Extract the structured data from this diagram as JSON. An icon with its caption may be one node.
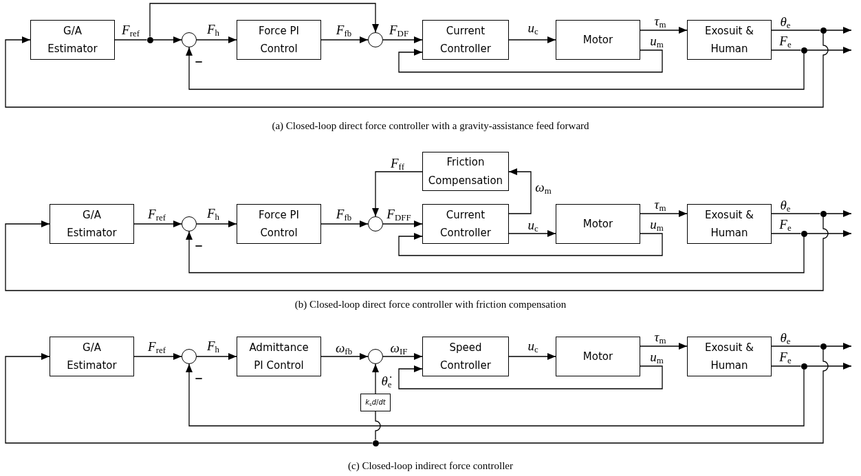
{
  "diagram": {
    "nodes": [
      {
        "text": [
          "G/A Estimator"
        ]
      },
      {
        "text": [],
        "shape": "dot"
      },
      {
        "text": [],
        "shape": "circle",
        "beside": [
          "−"
        ]
      },
      {
        "text": [
          "Force PI Control"
        ]
      },
      {
        "text": [],
        "shape": "circle"
      },
      {
        "text": [
          "Current Controller"
        ]
      },
      {
        "text": [
          "Motor"
        ]
      },
      {
        "text": [
          "Exosuit & Human"
        ]
      },
      {
        "text": [],
        "shape": "dot"
      },
      {
        "text": [],
        "shape": "dot"
      },
      {
        "text": [
          "G/A Estimator"
        ]
      },
      {
        "text": [],
        "shape": "circle",
        "beside": [
          "−"
        ]
      },
      {
        "text": [
          "Force PI Control"
        ]
      },
      {
        "text": [],
        "shape": "circle"
      },
      {
        "text": [
          "Friction Compensation"
        ]
      },
      {
        "text": [
          "Current Controller"
        ]
      },
      {
        "text": [
          "Motor"
        ]
      },
      {
        "text": [
          "Exosuit & Human"
        ]
      },
      {
        "text": [],
        "shape": "dot"
      },
      {
        "text": [],
        "shape": "dot"
      },
      {
        "text": [
          "G/A Estimator"
        ]
      },
      {
        "text": [],
        "shape": "circle",
        "beside": [
          "−"
        ]
      },
      {
        "text": [
          "Admittance PI Control"
        ]
      },
      {
        "text": [],
        "shape": "circle"
      },
      {
        "text": [
          "Speed Controller"
        ]
      },
      {
        "text": [
          "Motor"
        ]
      },
      {
        "text": [
          "Exosuit & Human"
        ]
      },
      {
        "text": [],
        "shape": "dot"
      },
      {
        "text": [],
        "shape": "dot"
      },
      {
        "text": [
          "*k*$_{s}$*d*/*dt*"
        ]
      },
      {
        "text": [],
        "shape": "dot"
      }
    ],
    "edges": [
      {
        "from": 0,
        "to": 1,
        "arrow": "none",
        "label": "*F*$_{ref}$"
      },
      {
        "from": 1,
        "to": 2,
        "arrow": "to"
      },
      {
        "from": 1,
        "to": 4,
        "arrow": "to"
      },
      {
        "from": 2,
        "to": 3,
        "arrow": "to",
        "label": "*F*$_{h}$"
      },
      {
        "from": 3,
        "to": 4,
        "arrow": "to",
        "label": "*F*$_{fb}$"
      },
      {
        "from": 4,
        "to": 5,
        "arrow": "to",
        "label": "*F*$_{DF}$"
      },
      {
        "from": 5,
        "to": 6,
        "arrow": "to",
        "label": "*u*$_{c}$"
      },
      {
        "from": 6,
        "to": 7,
        "arrow": "to",
        "label": "*τ*$_{m}$"
      },
      {
        "from": 6,
        "to": 5,
        "arrow": "to",
        "label": "*u*$_{m}$"
      },
      {
        "from": 7,
        "to": 8,
        "arrow": "none",
        "label": "*θ*$_{e}$"
      },
      {
        "from": 8,
        "to": null,
        "arrow": "to"
      },
      {
        "from": 7,
        "to": 9,
        "arrow": "none",
        "label": "*F*$_{e}$"
      },
      {
        "from": 9,
        "to": null,
        "arrow": "to"
      },
      {
        "from": 9,
        "to": 2,
        "arrow": "to"
      },
      {
        "from": 8,
        "to": 0,
        "arrow": "to"
      },
      {
        "from": 10,
        "to": 11,
        "arrow": "to",
        "label": "*F*$_{ref}$"
      },
      {
        "from": 11,
        "to": 12,
        "arrow": "to",
        "label": "*F*$_{h}$"
      },
      {
        "from": 12,
        "to": 13,
        "arrow": "to",
        "label": "*F*$_{fb}$"
      },
      {
        "from": 13,
        "to": 15,
        "arrow": "to",
        "label": "*F*$_{DFF}$"
      },
      {
        "from": 14,
        "to": 13,
        "arrow": "to",
        "label": "*F*$_{ff}$"
      },
      {
        "from": 15,
        "to": 14,
        "arrow": "to",
        "label": "*ω*$_{m}$"
      },
      {
        "from": 15,
        "to": 16,
        "arrow": "to",
        "label": "*u*$_{c}$"
      },
      {
        "from": 16,
        "to": 17,
        "arrow": "to",
        "label": "*τ*$_{m}$"
      },
      {
        "from": 16,
        "to": 15,
        "arrow": "to",
        "label": "*u*$_{m}$"
      },
      {
        "from": 17,
        "to": 18,
        "arrow": "none",
        "label": "*θ*$_{e}$"
      },
      {
        "from": 18,
        "to": null,
        "arrow": "to"
      },
      {
        "from": 17,
        "to": 19,
        "arrow": "none",
        "label": "*F*$_{e}$"
      },
      {
        "from": 19,
        "to": null,
        "arrow": "to"
      },
      {
        "from": 19,
        "to": 11,
        "arrow": "to"
      },
      {
        "from": 18,
        "to": 10,
        "arrow": "to"
      },
      {
        "from": 20,
        "to": 21,
        "arrow": "to",
        "label": "*F*$_{ref}$"
      },
      {
        "from": 21,
        "to": 22,
        "arrow": "to",
        "label": "*F*$_{h}$"
      },
      {
        "from": 22,
        "to": 23,
        "arrow": "to",
        "label": "*ω*$_{fb}$"
      },
      {
        "from": 23,
        "to": 24,
        "arrow": "to",
        "label": "*ω*$_{IF}$"
      },
      {
        "from": 24,
        "to": 25,
        "arrow": "to",
        "label": "*u*$_{c}$"
      },
      {
        "from": 25,
        "to": 26,
        "arrow": "to",
        "label": "*τ*$_{m}$"
      },
      {
        "from": 25,
        "to": 24,
        "arrow": "to",
        "label": "*u*$_{m}$"
      },
      {
        "from": 26,
        "to": 27,
        "arrow": "none",
        "label": "*θ*$_{e}$"
      },
      {
        "from": 27,
        "to": null,
        "arrow": "to"
      },
      {
        "from": 26,
        "to": 28,
        "arrow": "none",
        "label": "*F*$_{e}$"
      },
      {
        "from": 28,
        "to": null,
        "arrow": "to"
      },
      {
        "from": 28,
        "to": 21,
        "arrow": "to"
      },
      {
        "from": 27,
        "to": 30,
        "arrow": "none"
      },
      {
        "from": 30,
        "to": 20,
        "arrow": "to"
      },
      {
        "from": 30,
        "to": 29,
        "arrow": "none"
      },
      {
        "from": 29,
        "to": 23,
        "arrow": "to",
        "label": "*θ̇*$_{e}$"
      }
    ],
    "labels": [
      "(a) Closed-loop direct force controller with a gravity-assistance feed forward",
      "(b) Closed-loop direct force controller with friction compensation",
      "(c) Closed-loop indirect force controller"
    ]
  }
}
